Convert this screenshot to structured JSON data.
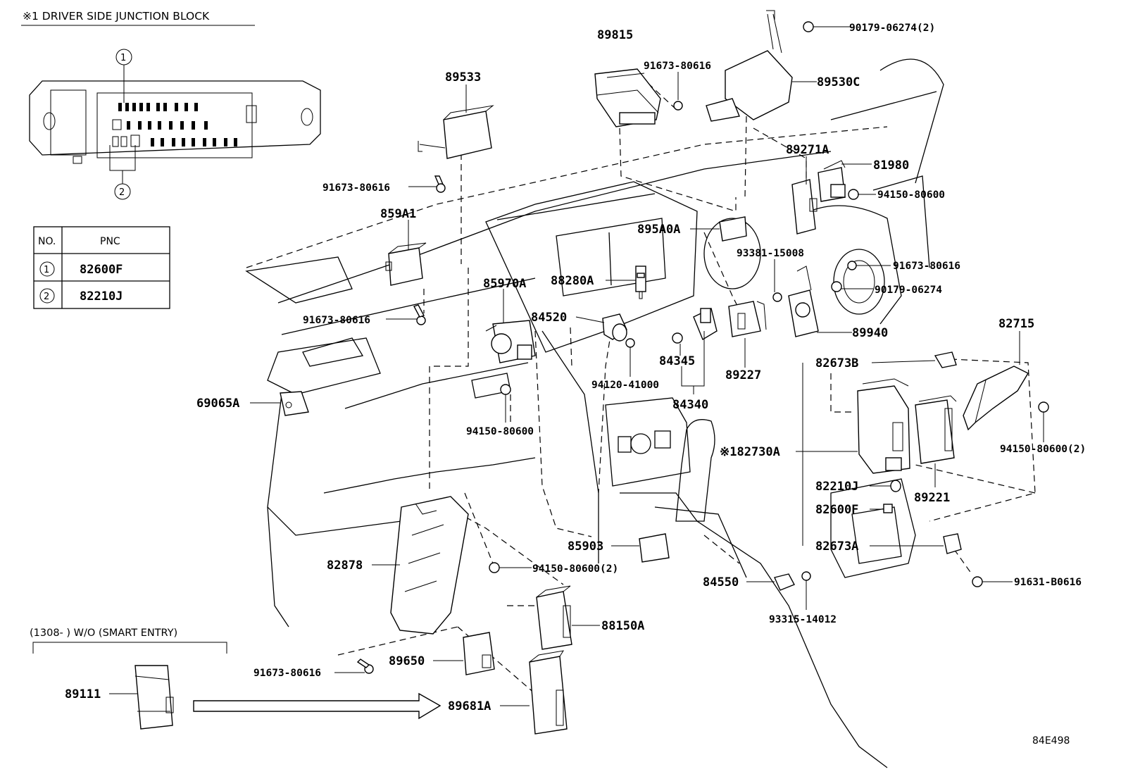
{
  "header": {
    "block_title": "※1  DRIVER SIDE JUNCTION BLOCK",
    "callout_1": "1",
    "callout_2": "2"
  },
  "pnc_table": {
    "col_no": "NO.",
    "col_pnc": "PNC",
    "rows": [
      {
        "no": "1",
        "pnc": "82600F"
      },
      {
        "no": "2",
        "pnc": "82210J"
      }
    ]
  },
  "smart_entry_note": "(1308-        ) W/O (SMART ENTRY)",
  "diagram_code": "84E498",
  "parts": [
    {
      "id": "89815",
      "label": "89815"
    },
    {
      "id": "90179-06274-2",
      "label": "90179-06274(2)"
    },
    {
      "id": "91673-80616-a",
      "label": "91673-80616"
    },
    {
      "id": "89530C",
      "label": "89530C"
    },
    {
      "id": "89533",
      "label": "89533"
    },
    {
      "id": "91673-80616-b",
      "label": "91673-80616"
    },
    {
      "id": "89271A",
      "label": "89271A"
    },
    {
      "id": "81980",
      "label": "81980"
    },
    {
      "id": "94150-80600-a",
      "label": "94150-80600"
    },
    {
      "id": "859A1",
      "label": "859A1"
    },
    {
      "id": "895A0A",
      "label": "895A0A"
    },
    {
      "id": "93381-15008",
      "label": "93381-15008"
    },
    {
      "id": "91673-80616-c",
      "label": "91673-80616"
    },
    {
      "id": "88280A",
      "label": "88280A"
    },
    {
      "id": "85970A",
      "label": "85970A"
    },
    {
      "id": "90179-06274",
      "label": "90179-06274"
    },
    {
      "id": "84520",
      "label": "84520"
    },
    {
      "id": "91673-80616-d",
      "label": "91673-80616"
    },
    {
      "id": "89940",
      "label": "89940"
    },
    {
      "id": "82715",
      "label": "82715"
    },
    {
      "id": "84345",
      "label": "84345"
    },
    {
      "id": "82673B",
      "label": "82673B"
    },
    {
      "id": "89227",
      "label": "89227"
    },
    {
      "id": "94120-41000",
      "label": "94120-41000"
    },
    {
      "id": "69065A",
      "label": "69065A"
    },
    {
      "id": "84340",
      "label": "84340"
    },
    {
      "id": "94150-80600-b",
      "label": "94150-80600"
    },
    {
      "id": "182730A",
      "label": "※182730A"
    },
    {
      "id": "94150-80600-2a",
      "label": "94150-80600(2)"
    },
    {
      "id": "89221",
      "label": "89221"
    },
    {
      "id": "82210J",
      "label": "82210J"
    },
    {
      "id": "82600F",
      "label": "82600F"
    },
    {
      "id": "85903",
      "label": "85903"
    },
    {
      "id": "82673A",
      "label": "82673A"
    },
    {
      "id": "82878",
      "label": "82878"
    },
    {
      "id": "94150-80600-2b",
      "label": "94150-80600(2)"
    },
    {
      "id": "84550",
      "label": "84550"
    },
    {
      "id": "91631-B0616",
      "label": "91631-B0616"
    },
    {
      "id": "93315-14012",
      "label": "93315-14012"
    },
    {
      "id": "88150A",
      "label": "88150A"
    },
    {
      "id": "89650",
      "label": "89650"
    },
    {
      "id": "91673-80616-e",
      "label": "91673-80616"
    },
    {
      "id": "89111",
      "label": "89111"
    },
    {
      "id": "89681A",
      "label": "89681A"
    }
  ]
}
